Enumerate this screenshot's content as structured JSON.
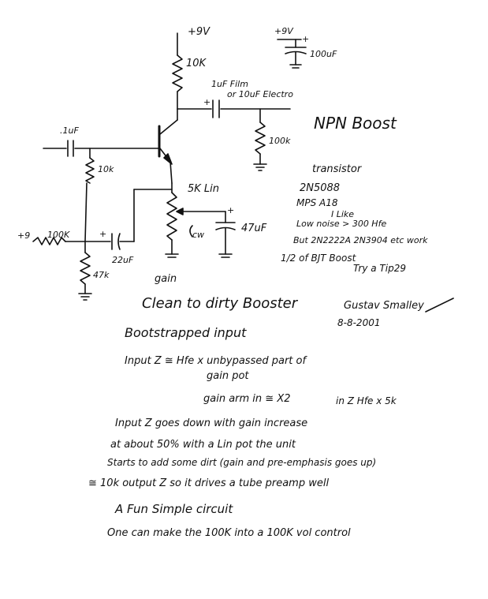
{
  "schematic": {
    "title": "NPN Boost",
    "supply_label": "+9V",
    "supply_label_cap": "+9V",
    "cap_polarity": "+",
    "collector_resistor": "10K",
    "output_cap_line1": "1uF Film",
    "output_cap_line2": "or 10uF Electro",
    "output_cap_polarity": "+",
    "output_resistor": "100k",
    "supply_cap": "100uF",
    "input_cap": ".1uF",
    "bias_resistor": "10k",
    "input_resistor": "100K",
    "input_marker": "+9",
    "bootstrap_cap": "22uF",
    "bootstrap_cap_polarity": "+",
    "ground_resistor": "47k",
    "pot_label": "5K Lin",
    "pot_direction": "cw",
    "bypass_cap": "47uF",
    "bypass_cap_polarity": "+",
    "gain_label": "gain"
  },
  "transistor_notes": {
    "heading": "transistor",
    "part1": "2N5088",
    "part2": "MPS A18",
    "i_like": "I Like",
    "low_noise": "Low noise > 300 Hfe",
    "but": "But 2N2222A 2N3904 etc work",
    "half": "1/2 of BJT Boost",
    "try": "Try a Tip29"
  },
  "notes": {
    "title": "Clean to dirty Booster",
    "author": "Gustav Smalley",
    "date": "8-8-2001",
    "line1": "Bootstrapped input",
    "line2": "Input Z ≅ Hfe x unbypassed part of",
    "line3": "gain pot",
    "line4a": "gain arm in ≅ X2",
    "line4b": "in Z Hfe x 5k",
    "line5": "Input Z goes down with gain increase",
    "line6": "at about 50% with a Lin pot the unit",
    "line7": "Starts to add some dirt (gain and pre-emphasis goes up)",
    "line8": "≅ 10k output Z   so it drives a tube preamp well",
    "line9": "A Fun Simple circuit",
    "line10": "One can make the 100K into a 100K vol control"
  }
}
